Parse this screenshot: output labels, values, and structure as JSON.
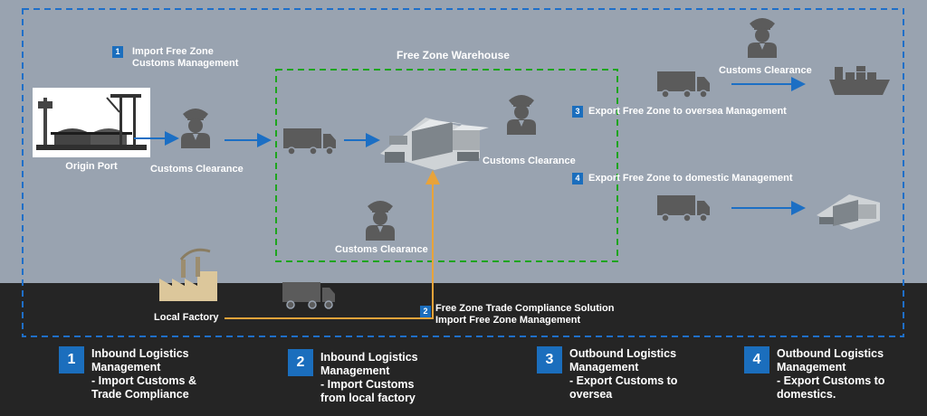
{
  "diagram": {
    "warehouse_title": "Free Zone Warehouse",
    "origin_port": "Origin Port",
    "local_factory": "Local Factory",
    "customs_clearance_1": "Customs Clearance",
    "customs_clearance_2": "Customs Clearance",
    "customs_clearance_3": "Customs Clearance",
    "customs_clearance_4": "Customs Clearance",
    "step1": {
      "number": "1",
      "line1": "Import Free Zone",
      "line2": "Customs Management"
    },
    "step2": {
      "number": "2",
      "line1": "Free Zone Trade Compliance Solution",
      "line2": "Import Free Zone Management"
    },
    "step3": {
      "number": "3",
      "text": "Export Free Zone to oversea Management"
    },
    "step4": {
      "number": "4",
      "text": "Export Free Zone to domestic Management"
    }
  },
  "legend": [
    {
      "number": "1",
      "line1": "Inbound Logistics",
      "line2": "Management",
      "line3": "- Import Customs &",
      "line4": "Trade Compliance"
    },
    {
      "number": "2",
      "line1": "Inbound Logistics",
      "line2": "Management",
      "line3": "- Import Customs",
      "line4": "from local factory"
    },
    {
      "number": "3",
      "line1": "Outbound Logistics",
      "line2": "Management",
      "line3": "- Export Customs to",
      "line4": "oversea"
    },
    {
      "number": "4",
      "line1": "Outbound Logistics",
      "line2": "Management",
      "line3": "- Export Customs to",
      "line4": "domestics."
    }
  ],
  "colors": {
    "flow_arrow": "#1c6fc4",
    "factory_line": "#e8a33a",
    "warehouse_border": "#1ea51e",
    "outer_border": "#1f6fc8",
    "icon_gray": "#5b5b5b"
  },
  "icons": [
    "port-terminal-icon",
    "customs-officer-icon",
    "truck-icon",
    "warehouse-icon",
    "ship-icon",
    "factory-icon"
  ]
}
